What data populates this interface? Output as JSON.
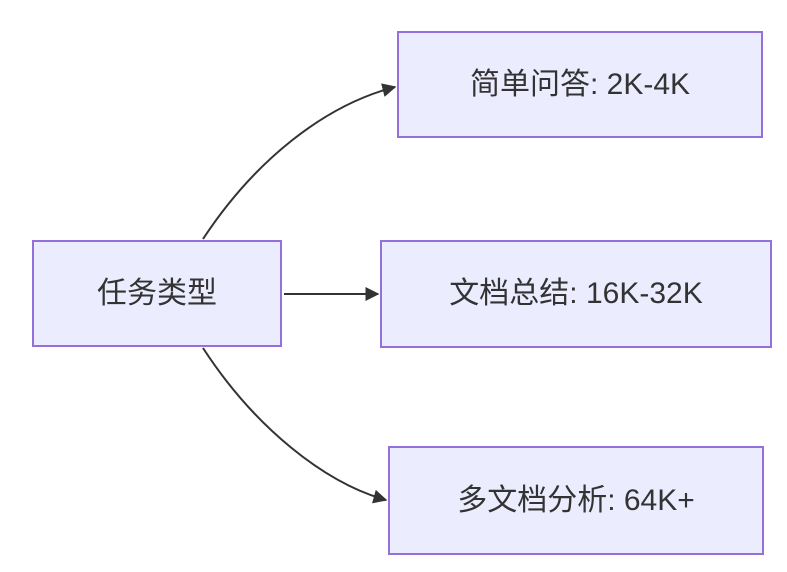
{
  "diagram": {
    "type": "flowchart-LR",
    "root": {
      "id": "A",
      "label": "任务类型"
    },
    "nodes": [
      {
        "id": "B",
        "label": "简单问答: 2K-4K"
      },
      {
        "id": "C",
        "label": "文档总结: 16K-32K"
      },
      {
        "id": "D",
        "label": "多文档分析: 64K+"
      }
    ],
    "edges": [
      {
        "from": "任务类型",
        "to": "简单问答: 2K-4K"
      },
      {
        "from": "任务类型",
        "to": "文档总结: 16K-32K"
      },
      {
        "from": "任务类型",
        "to": "多文档分析: 64K+"
      }
    ],
    "colors": {
      "node_fill": "#ECECFF",
      "node_border": "#9370DB",
      "edge_stroke": "#333333",
      "text": "#333333",
      "background": "#FFFFFF"
    }
  }
}
